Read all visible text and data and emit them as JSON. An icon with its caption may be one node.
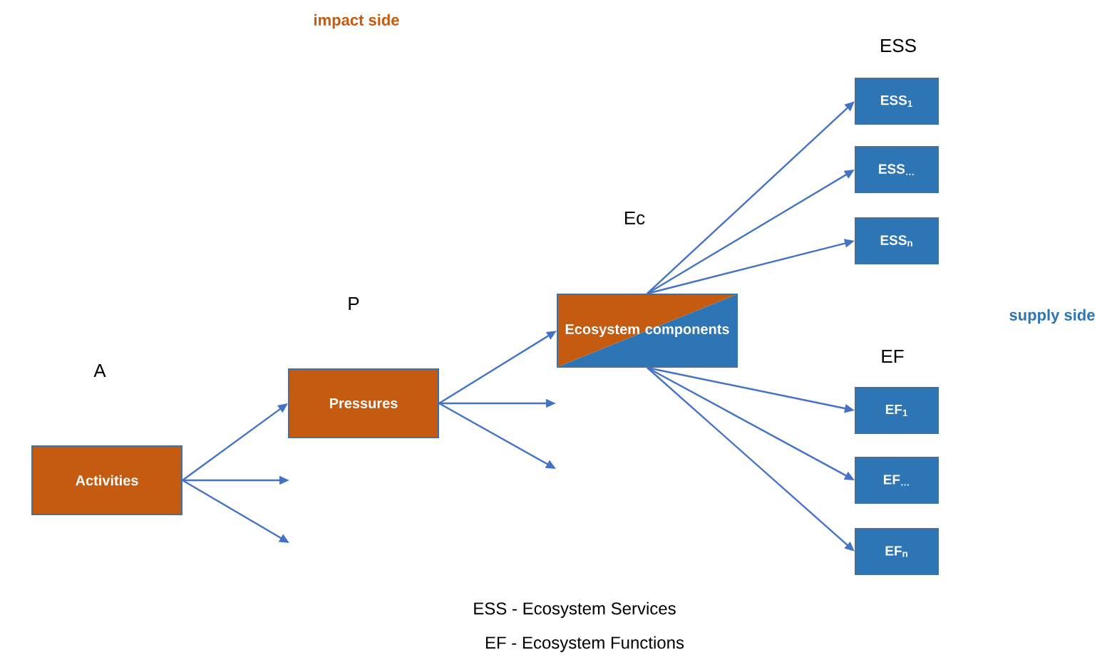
{
  "diagram": {
    "nodes": [
      {
        "text": [
          "Activities"
        ],
        "beside": [
          "A"
        ]
      },
      {
        "text": [
          "Pressures"
        ],
        "beside": [
          "P"
        ]
      },
      {
        "text": [
          "Ecosystem components"
        ],
        "beside": [
          "Ec"
        ]
      },
      {
        "text": [
          "ESS$_{1}$"
        ]
      },
      {
        "text": [
          "ESS$_{…}$"
        ]
      },
      {
        "text": [
          "ESS$_{n}$"
        ]
      },
      {
        "text": [
          "EF$_{1}$"
        ]
      },
      {
        "text": [
          "EF$_{…}$"
        ]
      },
      {
        "text": [
          "EF$_{n}$"
        ]
      }
    ],
    "edges": [
      {
        "from": 0,
        "to": 1,
        "arrow": "to"
      },
      {
        "from": 0,
        "to": null,
        "arrow": "to"
      },
      {
        "from": 0,
        "to": null,
        "arrow": "to"
      },
      {
        "from": 1,
        "to": 2,
        "arrow": "to"
      },
      {
        "from": 1,
        "to": null,
        "arrow": "to"
      },
      {
        "from": 1,
        "to": null,
        "arrow": "to"
      },
      {
        "from": 2,
        "to": 3,
        "arrow": "to"
      },
      {
        "from": 2,
        "to": 4,
        "arrow": "to"
      },
      {
        "from": 2,
        "to": 5,
        "arrow": "to"
      },
      {
        "from": 2,
        "to": 6,
        "arrow": "to"
      },
      {
        "from": 2,
        "to": 7,
        "arrow": "to"
      },
      {
        "from": 2,
        "to": 8,
        "arrow": "to"
      }
    ],
    "labels": [
      "impact side",
      "ESS",
      "supply side",
      "EF",
      "ESS - Ecosystem Services",
      "EF - Ecosystem Functions"
    ]
  }
}
